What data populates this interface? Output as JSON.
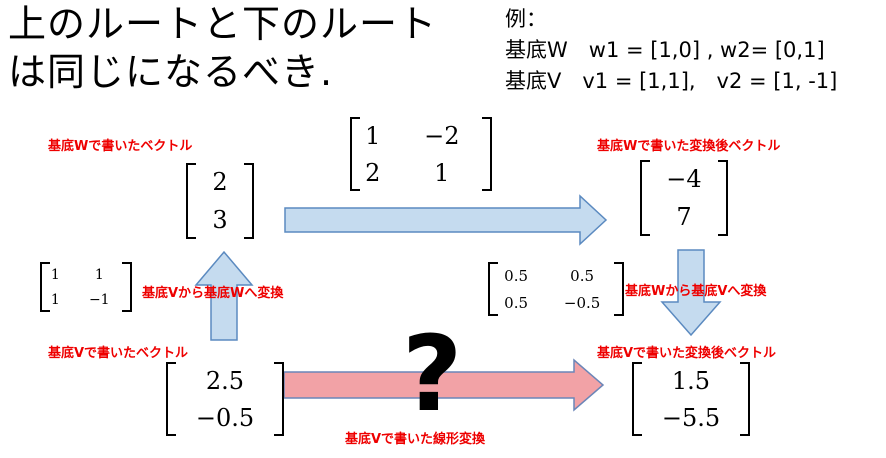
{
  "title": {
    "line1": "上のルートと下のルート",
    "line2": "は同じになるべき."
  },
  "example": {
    "label": "例：",
    "basis_w": "基底W　w1 = [1,0] , w2= [0,1]",
    "basis_v": "基底V　v1 = [1,1],　v2 = [1, -1]"
  },
  "labels": {
    "vec_w": "基底Wで書いたベクトル",
    "vec_w_transformed": "基底Wで書いた変換後ベクトル",
    "v_to_w": "基底Vから基底Wへ変換",
    "w_to_v": "基底Wから基底Vへ変換",
    "vec_v": "基底Vで書いたベクトル",
    "vec_v_transformed": "基底Vで書いた変換後ベクトル",
    "linear_transform_v": "基底Vで書いた線形変換"
  },
  "question_mark": "?",
  "matrices": {
    "transform_w": {
      "r1c1": "1",
      "r1c2": "−2",
      "r2c1": "2",
      "r2c2": "1"
    },
    "v_to_w": {
      "r1c1": "1",
      "r1c2": "1",
      "r2c1": "1",
      "r2c2": "−1"
    },
    "w_to_v": {
      "r1c1": "0.5",
      "r1c2": "0.5",
      "r2c1": "0.5",
      "r2c2": "−0.5"
    }
  },
  "vectors": {
    "w_vec": {
      "r1": "2",
      "r2": "3"
    },
    "w_out": {
      "r1": "−4",
      "r2": "7"
    },
    "v_vec": {
      "r1": "2.5",
      "r2": "−0.5"
    },
    "v_out": {
      "r1": "1.5",
      "r2": "−5.5"
    }
  },
  "colors": {
    "label_red": "#ee0000",
    "arrow_blue_fill": "#c5dbef",
    "arrow_blue_stroke": "#5b8ac0",
    "arrow_red_fill": "#f2a2a6",
    "arrow_red_stroke": "#6b86b8"
  }
}
